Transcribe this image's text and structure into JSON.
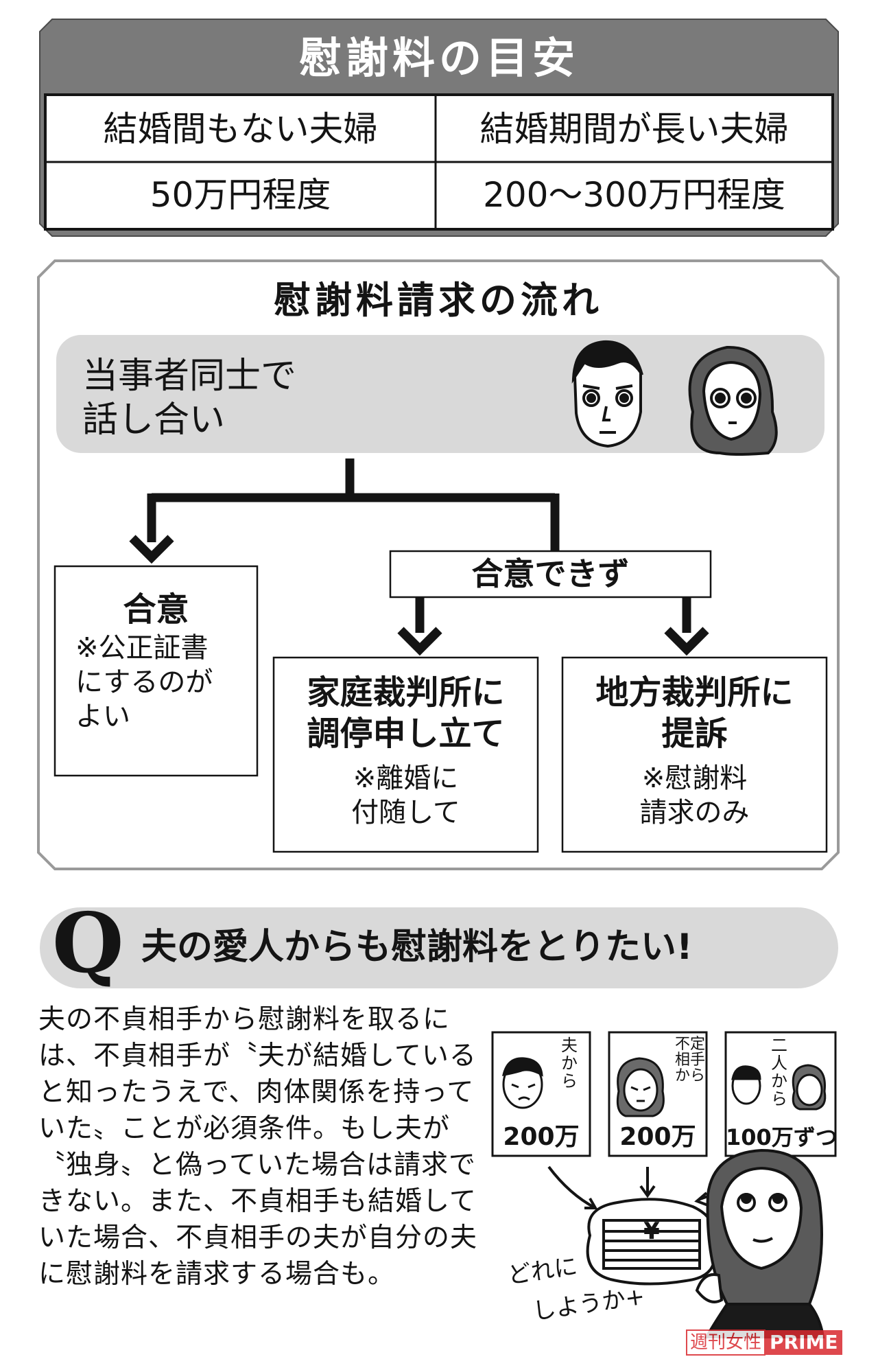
{
  "table": {
    "title": "慰謝料の目安",
    "headers": [
      "結婚間もない夫婦",
      "結婚期間が長い夫婦"
    ],
    "values": [
      "50万円程度",
      "200〜300万円程度"
    ]
  },
  "flow": {
    "title": "慰謝料請求の流れ",
    "start_line1": "当事者同士で",
    "start_line2": "話し合い",
    "agree": {
      "title": "合意",
      "note_line1": "※公正証書",
      "note_line2": "にするのが",
      "note_line3": "よい"
    },
    "disagree": "合意できず",
    "family_court": {
      "line1": "家庭裁判所に",
      "line2": "調停申し立て",
      "note_line1": "※離婚に",
      "note_line2": "付随して"
    },
    "district_court": {
      "line1": "地方裁判所に",
      "line2": "提訴",
      "note_line1": "※慰謝料",
      "note_line2": "請求のみ"
    }
  },
  "qa": {
    "q_mark": "Q",
    "question": "夫の愛人からも慰謝料をとりたい!",
    "body_lines": [
      "夫の不貞相手から慰謝料を取るに",
      "は、不貞相手が〝夫が結婚している",
      "と知ったうえで、肉体関係を持って",
      "いた〟ことが必須条件。もし夫が",
      "〝独身〟と偽っていた場合は請求で",
      "きない。また、不貞相手も結婚して",
      "いた場合、不貞相手の夫が自分の夫",
      "に慰謝料を請求する場合も。"
    ]
  },
  "illustration": {
    "panels": [
      {
        "label": "夫から",
        "amount": "200万"
      },
      {
        "label": "不定相手から",
        "amount": "200万"
      },
      {
        "label": "二人から",
        "amount": "100万ずつ"
      }
    ],
    "yen": "¥",
    "caption_line1": "どれに",
    "caption_line2": "しようか+"
  },
  "watermark": {
    "text": "週刊女性",
    "brand": "PRIME"
  },
  "colors": {
    "header_gray": "#7a7a7a",
    "panel_gray": "#d9d9d9",
    "frame_gray": "#9a9a9a",
    "ink": "#141414",
    "watermark_red": "#d9292e"
  }
}
